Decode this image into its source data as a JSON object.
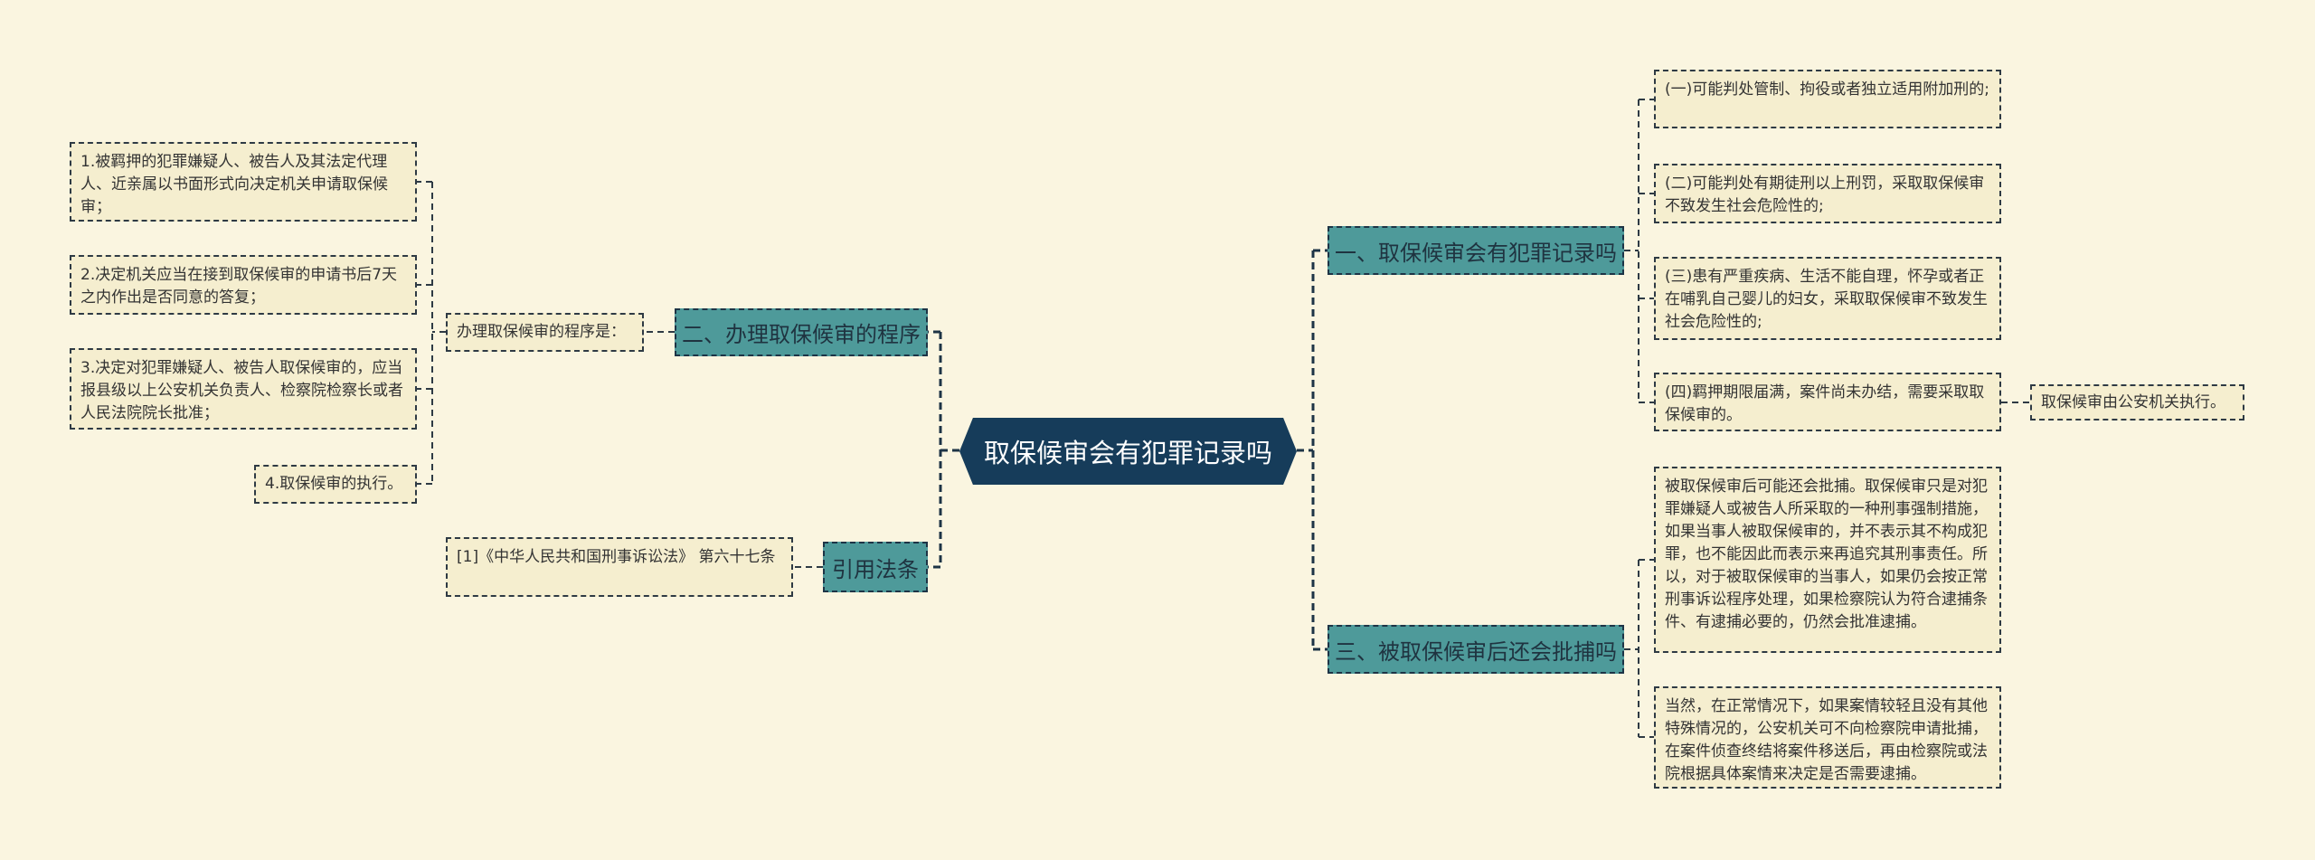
{
  "root": {
    "label": "取保候审会有犯罪记录吗"
  },
  "colors": {
    "background": "#faf5e0",
    "root": "#163c5a",
    "branch": "#4e9a9a",
    "leaf": "#f5eecf",
    "line": "#1d3446"
  },
  "left": {
    "procedure": {
      "label": "二、办理取保候审的程序",
      "intro": "办理取保候审的程序是：",
      "items": [
        "1.被羁押的犯罪嫌疑人、被告人及其法定代理人、近亲属以书面形式向决定机关申请取保候审；",
        "2.决定机关应当在接到取保候审的申请书后7天之内作出是否同意的答复；",
        "3.决定对犯罪嫌疑人、被告人取保候审的，应当报县级以上公安机关负责人、检察院检察长或者人民法院院长批准；",
        "4.取保候审的执行。"
      ]
    },
    "citation": {
      "label": "引用法条",
      "items": [
        "[1]《中华人民共和国刑事诉讼法》 第六十七条"
      ]
    }
  },
  "right": {
    "record": {
      "label": "一、取保候审会有犯罪记录吗",
      "items": [
        "(一)可能判处管制、拘役或者独立适用附加刑的;",
        "(二)可能判处有期徒刑以上刑罚，采取取保候审不致发生社会危险性的;",
        "(三)患有严重疾病、生活不能自理，怀孕或者正在哺乳自己婴儿的妇女，采取取保候审不致发生社会危险性的;",
        "(四)羁押期限届满，案件尚未办结，需要采取取保候审的。"
      ],
      "item4_child": "取保候审由公安机关执行。"
    },
    "arrest": {
      "label": "三、被取保候审后还会批捕吗",
      "items": [
        "被取保候审后可能还会批捕。取保候审只是对犯罪嫌疑人或被告人所采取的一种刑事强制措施，如果当事人被取保候审的，并不表示其不构成犯罪，也不能因此而表示来再追究其刑事责任。所以，对于被取保候审的当事人，如果仍会按正常刑事诉讼程序处理，如果检察院认为符合逮捕条件、有逮捕必要的，仍然会批准逮捕。",
        "当然，在正常情况下，如果案情较轻且没有其他特殊情况的，公安机关可不向检察院申请批捕，在案件侦查终结将案件移送后，再由检察院或法院根据具体案情来决定是否需要逮捕。"
      ]
    }
  }
}
